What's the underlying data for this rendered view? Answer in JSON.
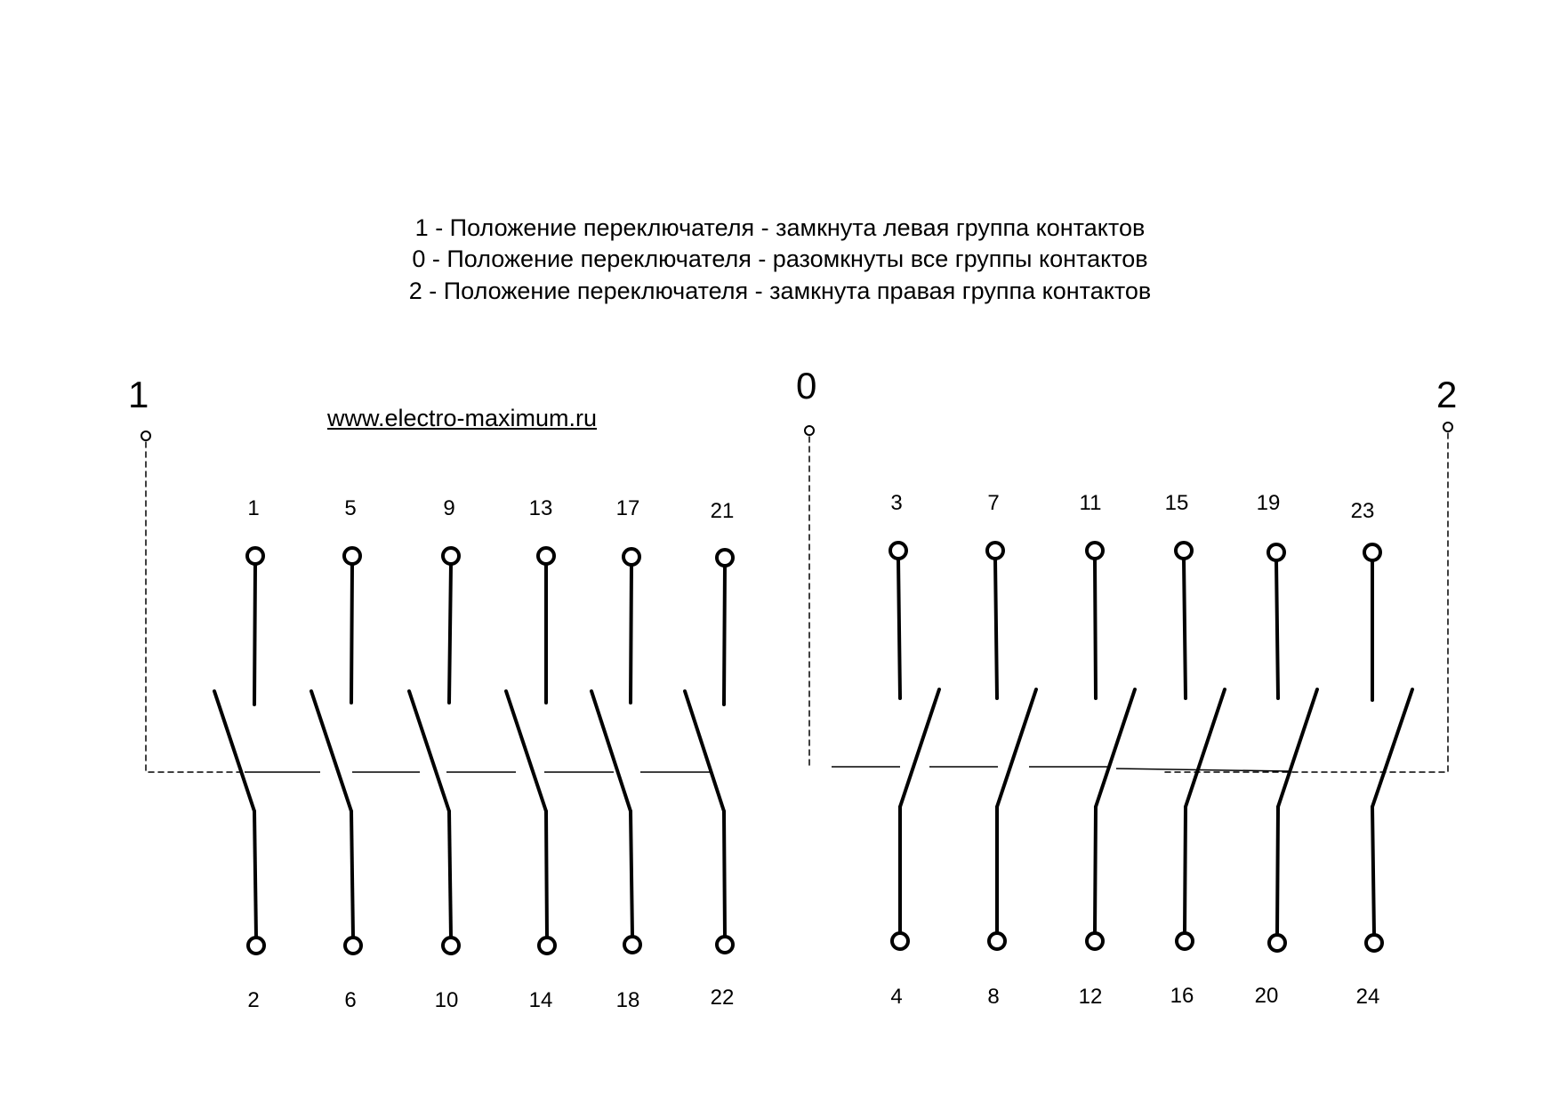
{
  "legend": [
    "1 - Положение переключателя - замкнута левая группа контактов",
    "0 - Положение переключателя - разомкнуты все группы контактов",
    "2 - Положение переключателя - замкнута правая группа контактов"
  ],
  "positions": {
    "pos1": "1",
    "pos0": "0",
    "pos2": "2"
  },
  "website": "www.electro-maximum.ru",
  "left_group": {
    "top_terminals": [
      "1",
      "5",
      "9",
      "13",
      "17",
      "21"
    ],
    "bottom_terminals": [
      "2",
      "6",
      "10",
      "14",
      "18",
      "22"
    ]
  },
  "right_group": {
    "top_terminals": [
      "3",
      "7",
      "11",
      "15",
      "19",
      "23"
    ],
    "bottom_terminals": [
      "4",
      "8",
      "12",
      "16",
      "20",
      "24"
    ]
  },
  "colors": {
    "line": "#000000",
    "background": "#ffffff"
  }
}
